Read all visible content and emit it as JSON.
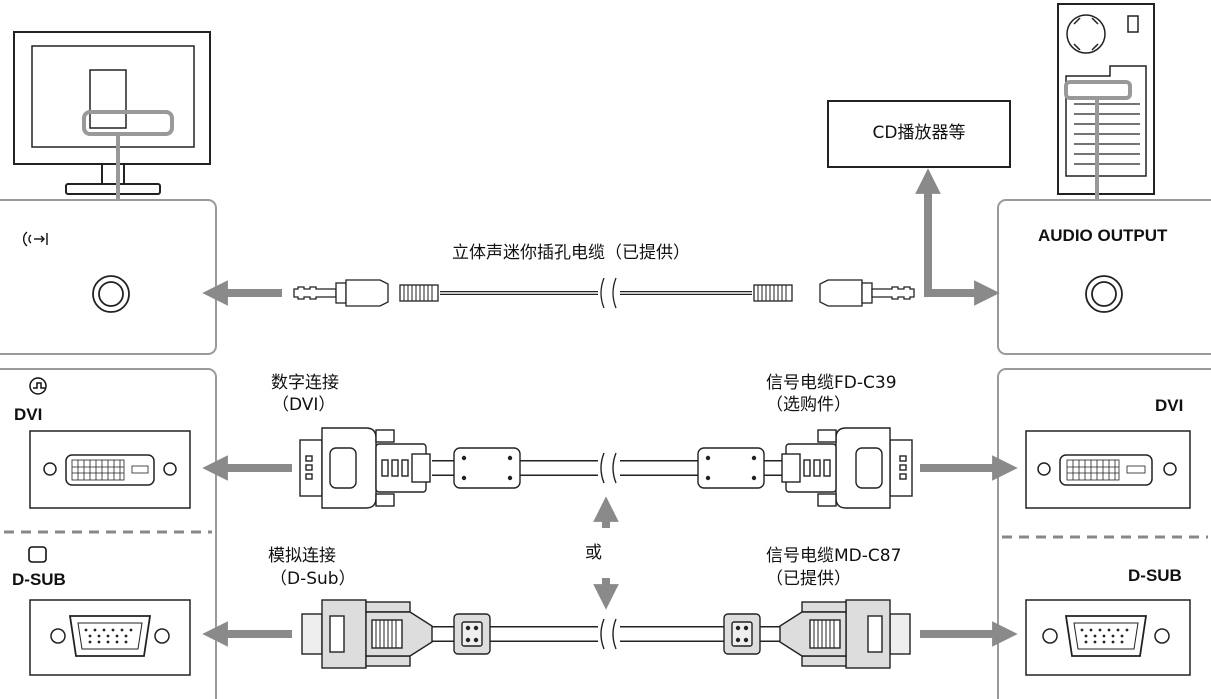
{
  "audio": {
    "cable_label": "立体声迷你插孔电缆（已提供）",
    "output_label": "AUDIO OUTPUT",
    "cd_box": "CD播放器等"
  },
  "dvi": {
    "connection_line1": "数字连接",
    "connection_line2": "（DVI）",
    "cable_line1": "信号电缆FD-C39",
    "cable_line2": "（选购件）",
    "monitor_port_label": "DVI",
    "pc_port_label": "DVI"
  },
  "dsub": {
    "connection_line1": "模拟连接",
    "connection_line2": "（D-Sub）",
    "cable_line1": "信号电缆MD-C87",
    "cable_line2": "（已提供）",
    "monitor_port_label": "D-SUB",
    "pc_port_label": "D-SUB"
  },
  "or_label": "或",
  "colors": {
    "stroke": "#333333",
    "panel_border": "#9a9a9a",
    "arrow": "#8a8a8a",
    "dashed": "#888888"
  },
  "icons": [
    "audio-input-icon",
    "dvi-port-icon",
    "dsub-port-icon"
  ]
}
